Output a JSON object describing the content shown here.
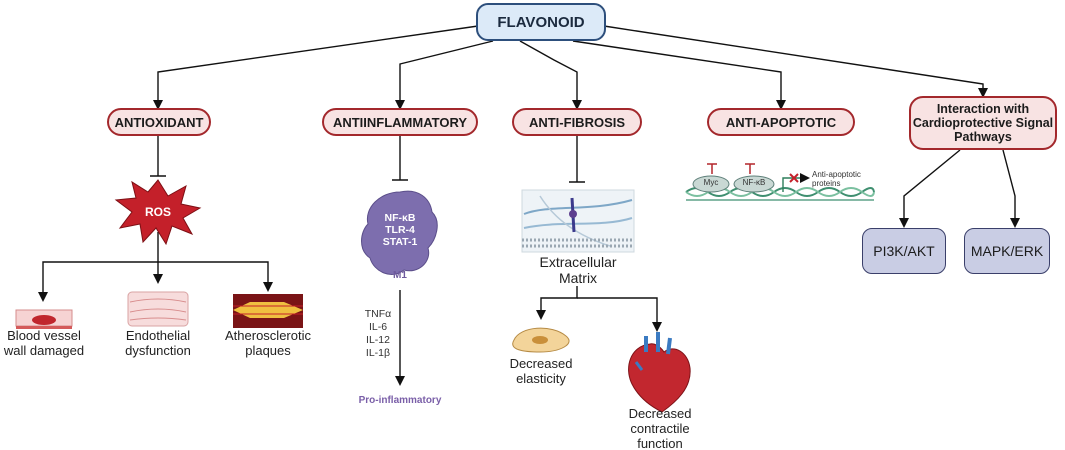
{
  "root": {
    "label": "FLAVONOID"
  },
  "categories": [
    {
      "label": "ANTIOXIDANT"
    },
    {
      "label": "ANTIINFLAMMATORY"
    },
    {
      "label": "ANTI-FIBROSIS"
    },
    {
      "label": "ANTI-APOPTOTIC"
    },
    {
      "label": "Interaction with Cardioprotective Signal Pathways"
    }
  ],
  "antioxidant": {
    "ros_label": "ROS",
    "outcomes": [
      {
        "label": "Blood vessel wall damaged"
      },
      {
        "label": "Endothelial dysfunction"
      },
      {
        "label": "Atherosclerotic plaques"
      }
    ]
  },
  "antiinflammatory": {
    "cell_markers": [
      "NF-κB",
      "TLR-4",
      "STAT-1"
    ],
    "cell_type": "M1",
    "cytokines": [
      "TNFα",
      "IL-6",
      "IL-12",
      "IL-1β"
    ],
    "outcome": "Pro-inflammatory"
  },
  "antifibrosis": {
    "matrix_label": "Extracellular Matrix",
    "outcomes": [
      {
        "label": "Decreased elasticity"
      },
      {
        "label": "Decreased contractile function"
      }
    ]
  },
  "antiapoptotic": {
    "factors": [
      "Myc",
      "NF-κB"
    ],
    "target_label": "Anti-apoptotic proteins"
  },
  "pathways": [
    {
      "label": "PI3K/AKT"
    },
    {
      "label": "MAPK/ERK"
    }
  ],
  "colors": {
    "root_fill": "#dceaf8",
    "category_fill": "#f8e3e3",
    "category_border": "#a3282c",
    "pathway_fill": "#c9cde4",
    "ros_fill": "#c4202a",
    "macrophage_fill": "#7d6eae"
  }
}
